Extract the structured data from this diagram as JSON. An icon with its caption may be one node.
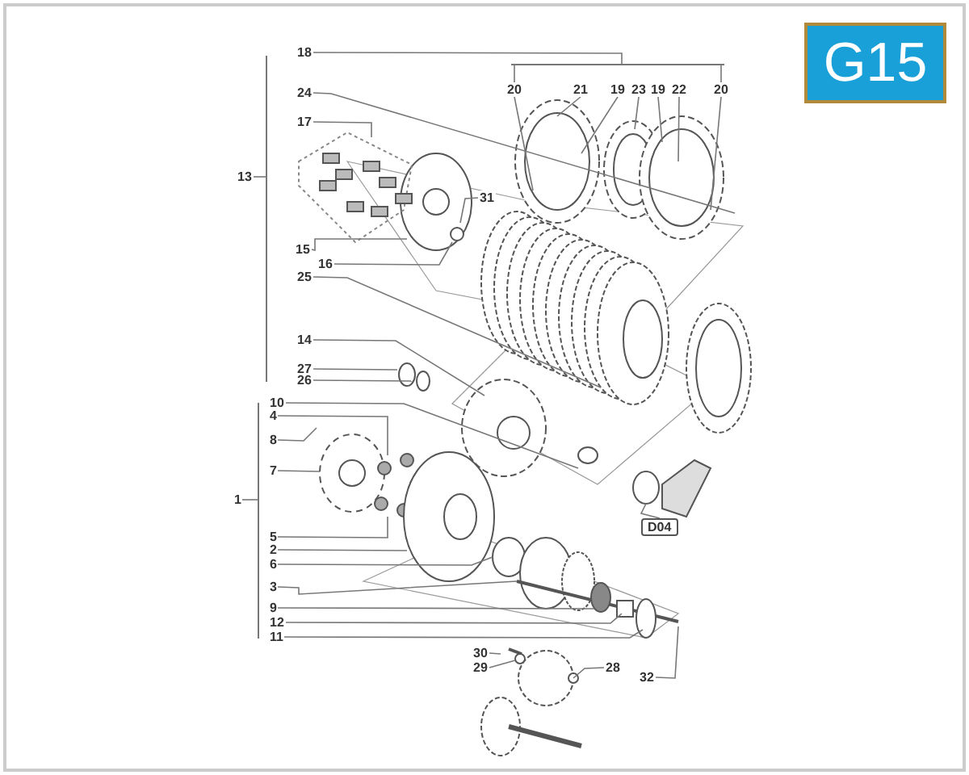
{
  "diagram": {
    "title": "G15",
    "nodes": [
      {
        "text": [
          "18"
        ]
      },
      {
        "text": [
          "20"
        ]
      },
      {
        "text": [
          "21"
        ]
      },
      {
        "text": [
          "19"
        ]
      },
      {
        "text": [
          "23"
        ]
      },
      {
        "text": [
          "19"
        ]
      },
      {
        "text": [
          "22"
        ]
      },
      {
        "text": [
          "20"
        ]
      },
      {
        "text": [
          "24"
        ]
      },
      {
        "text": [
          "17"
        ]
      },
      {
        "text": [
          "13"
        ]
      },
      {
        "text": [
          "31"
        ]
      },
      {
        "text": [
          "15"
        ]
      },
      {
        "text": [
          "16"
        ]
      },
      {
        "text": [
          "25"
        ]
      },
      {
        "text": [
          "14"
        ]
      },
      {
        "text": [
          "27"
        ]
      },
      {
        "text": [
          "26"
        ]
      },
      {
        "text": [
          "10"
        ]
      },
      {
        "text": [
          "4"
        ]
      },
      {
        "text": [
          "8"
        ]
      },
      {
        "text": [
          "1"
        ]
      },
      {
        "text": [
          "7"
        ]
      },
      {
        "text": [
          "D04"
        ]
      },
      {
        "text": [
          "5"
        ]
      },
      {
        "text": [
          "2"
        ]
      },
      {
        "text": [
          "6"
        ]
      },
      {
        "text": [
          "3"
        ]
      },
      {
        "text": [
          "9"
        ]
      },
      {
        "text": [
          "12"
        ]
      },
      {
        "text": [
          "11"
        ]
      },
      {
        "text": [
          "30"
        ]
      },
      {
        "text": [
          "29"
        ]
      },
      {
        "text": [
          "28"
        ]
      },
      {
        "text": [
          "32"
        ]
      },
      {
        "text": [],
        "shape": "bar"
      },
      {
        "text": [],
        "shape": "bar"
      },
      {
        "text": [],
        "shape": "bar"
      }
    ],
    "edges": [
      {
        "from": 0,
        "to": 35,
        "arrow": "none"
      },
      {
        "from": 35,
        "to": 1,
        "arrow": "none"
      },
      {
        "from": 35,
        "to": 7,
        "arrow": "none"
      },
      {
        "from": 1,
        "to": null,
        "arrow": "none"
      },
      {
        "from": 2,
        "to": null,
        "arrow": "none"
      },
      {
        "from": 3,
        "to": null,
        "arrow": "none"
      },
      {
        "from": 4,
        "to": null,
        "arrow": "none"
      },
      {
        "from": 5,
        "to": null,
        "arrow": "none"
      },
      {
        "from": 6,
        "to": null,
        "arrow": "none"
      },
      {
        "from": 7,
        "to": null,
        "arrow": "none"
      },
      {
        "from": 8,
        "to": null,
        "arrow": "none"
      },
      {
        "from": 9,
        "to": null,
        "arrow": "none"
      },
      {
        "from": 10,
        "to": 36,
        "arrow": "none"
      },
      {
        "from": 11,
        "to": null,
        "arrow": "none"
      },
      {
        "from": 12,
        "to": null,
        "arrow": "none"
      },
      {
        "from": 13,
        "to": null,
        "arrow": "none"
      },
      {
        "from": 14,
        "to": null,
        "arrow": "none"
      },
      {
        "from": 15,
        "to": null,
        "arrow": "none"
      },
      {
        "from": 16,
        "to": null,
        "arrow": "none"
      },
      {
        "from": 17,
        "to": null,
        "arrow": "none"
      },
      {
        "from": 18,
        "to": null,
        "arrow": "none"
      },
      {
        "from": 19,
        "to": null,
        "arrow": "none"
      },
      {
        "from": 20,
        "to": null,
        "arrow": "none"
      },
      {
        "from": 21,
        "to": 37,
        "arrow": "none"
      },
      {
        "from": 22,
        "to": null,
        "arrow": "none"
      },
      {
        "from": 23,
        "to": null,
        "arrow": "none"
      },
      {
        "from": 24,
        "to": null,
        "arrow": "none"
      },
      {
        "from": 25,
        "to": null,
        "arrow": "none"
      },
      {
        "from": 26,
        "to": null,
        "arrow": "none"
      },
      {
        "from": 27,
        "to": null,
        "arrow": "none"
      },
      {
        "from": 28,
        "to": null,
        "arrow": "none"
      },
      {
        "from": 29,
        "to": null,
        "arrow": "none"
      },
      {
        "from": 30,
        "to": null,
        "arrow": "none"
      },
      {
        "from": 31,
        "to": null,
        "arrow": "none"
      },
      {
        "from": 32,
        "to": null,
        "arrow": "none"
      },
      {
        "from": 33,
        "to": null,
        "arrow": "none"
      },
      {
        "from": 34,
        "to": null,
        "arrow": "none"
      }
    ]
  }
}
